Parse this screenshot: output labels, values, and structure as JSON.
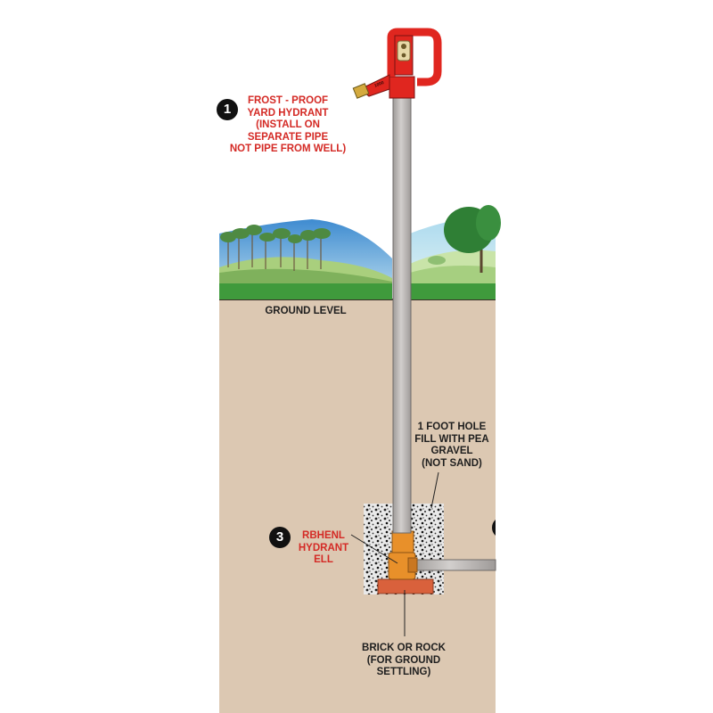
{
  "callouts": {
    "hydrant": {
      "number": "1",
      "lines": [
        "FROST - PROOF",
        "YARD HYDRANT",
        "(INSTALL ON",
        "SEPARATE PIPE",
        "NOT PIPE FROM WELL)"
      ]
    },
    "ell": {
      "number": "3",
      "lines": [
        "RBHENL",
        "HYDRANT",
        "ELL"
      ]
    },
    "gravel": {
      "lines": [
        "1  FOOT  HOLE",
        "FILL WITH PEA",
        "GRAVEL",
        "(NOT SAND)"
      ]
    },
    "brick": {
      "lines": [
        "BRICK OR ROCK",
        "(FOR GROUND",
        "SETTLING)"
      ]
    }
  },
  "ground_label": "GROUND LEVEL",
  "hydrant_stamp": "1000",
  "colors": {
    "soil": "#dcc8b2",
    "grass": "#3f9a3c",
    "hydrant_red": "#e0261f",
    "pipe": "#b9b5b3",
    "brick": "#d9613c",
    "fitting": "#e8902a",
    "label_red": "#d42a25"
  }
}
